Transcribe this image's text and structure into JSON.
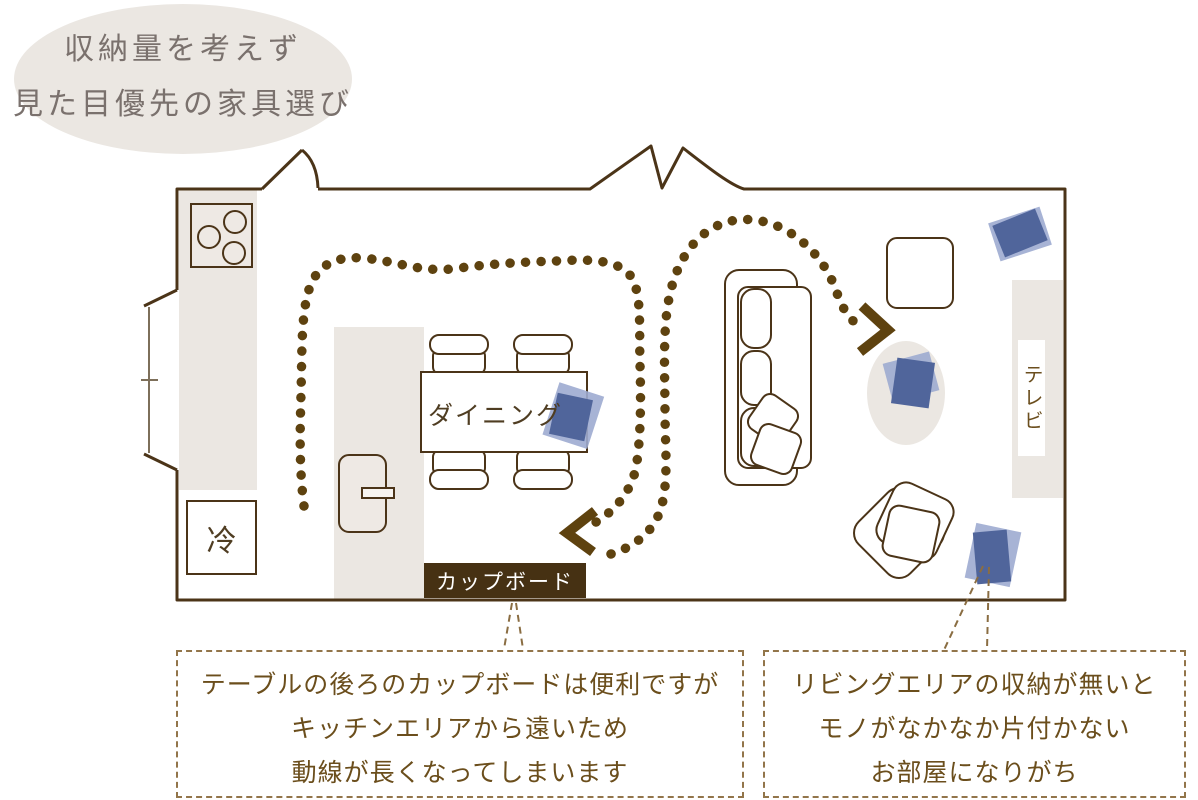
{
  "page": {
    "title": {
      "line1": "収納量を考えず",
      "line2": "見た目優先の家具選び"
    }
  },
  "floorplan": {
    "dining_label": "ダイニング",
    "fridge_label": "冷",
    "tv_label": "テレビ",
    "cupboard_label": "カップボード"
  },
  "captions": {
    "cupboard_note": {
      "line1": "テーブルの後ろのカップボードは便利ですが",
      "line2": "キッチンエリアから遠いため",
      "line3": "動線が長くなってしまいます"
    },
    "living_note": {
      "line1": "リビングエリアの収納が無いと",
      "line2": "モノがなかなか片付かない",
      "line3": "お部屋になりがち"
    }
  },
  "colors": {
    "wall_brown": "#4b3418",
    "dot_path_brown": "#5e420f",
    "area_beige": "#ebe7e2",
    "clutter_blue_light": "#9dabd0",
    "clutter_blue_dark": "#50659b",
    "caption_text_brown": "#6b4e1c",
    "title_grey": "#7a716d",
    "dashed_border_brown": "#92754a",
    "cupboard_label_bg": "#463113"
  }
}
